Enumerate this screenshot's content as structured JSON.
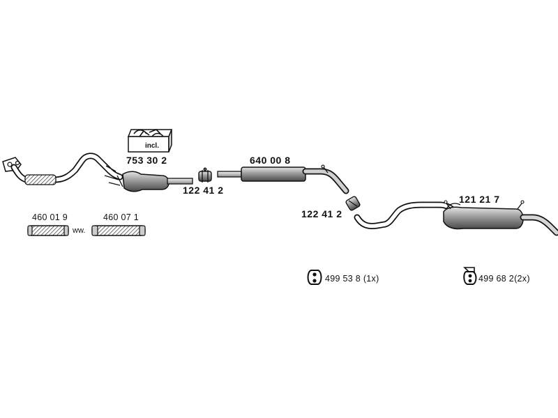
{
  "parts": {
    "front_catalyst_box": {
      "badge": "incl.",
      "number": "753 30 2"
    },
    "clamp_upper": {
      "number": "122 41 2"
    },
    "middle_silencer": {
      "number": "640 00 8"
    },
    "clamp_lower": {
      "number": "122 41 2"
    },
    "rear_silencer": {
      "number": "121 21 7"
    },
    "flex_pipe_a": {
      "number": "460 01 9"
    },
    "flex_pipe_b": {
      "number": "460 07 1"
    },
    "flex_separator": {
      "text": "ww."
    },
    "rubber_mount_a": {
      "number": "499 53 8",
      "qty": "(1x)"
    },
    "rubber_mount_b": {
      "number": "499 68 2",
      "qty": "(2x)"
    }
  }
}
